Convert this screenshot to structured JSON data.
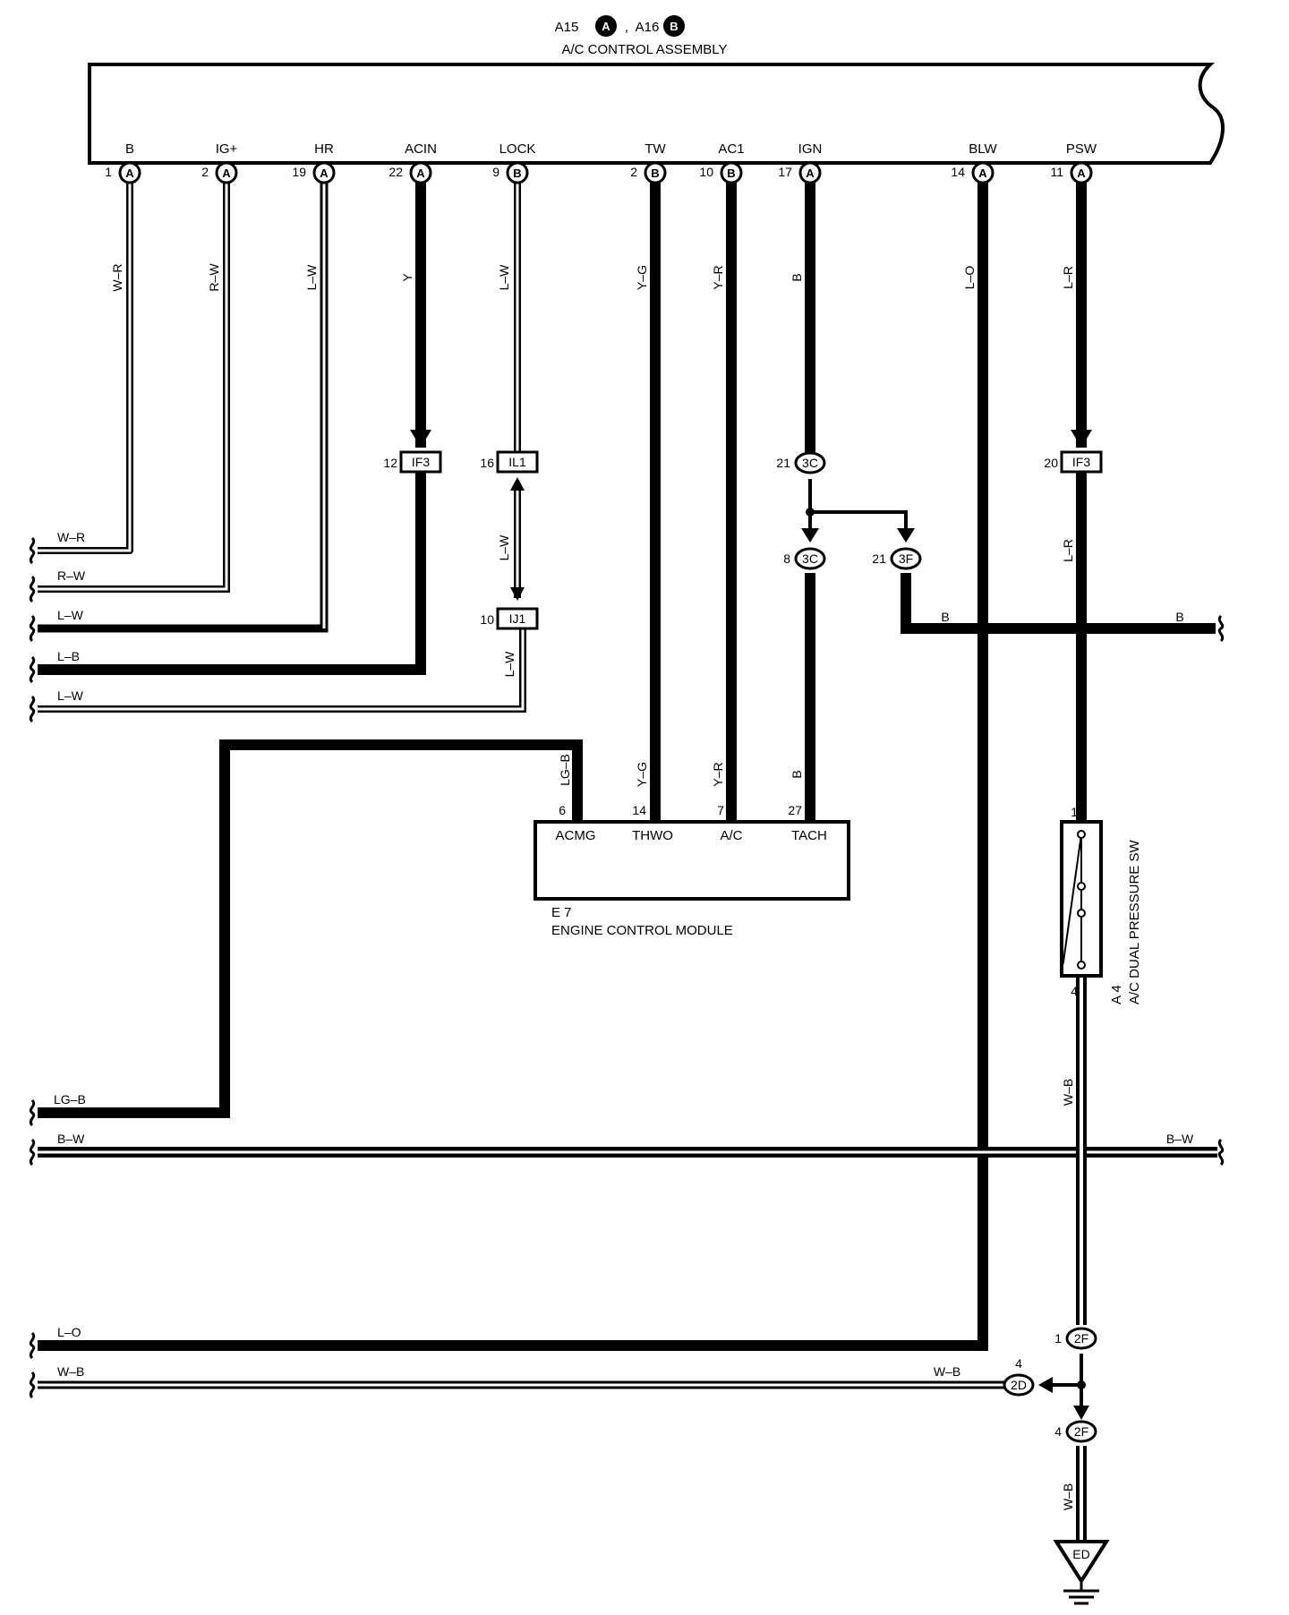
{
  "header": {
    "connector_a": "A15",
    "badge_a": "A",
    "separator": ",",
    "connector_b": "A16",
    "badge_b": "B",
    "assembly_title": "A/C CONTROL ASSEMBLY"
  },
  "pins": [
    {
      "name": "B",
      "num": "1",
      "conn": "A",
      "wire": "W–R"
    },
    {
      "name": "IG+",
      "num": "2",
      "conn": "A",
      "wire": "R–W"
    },
    {
      "name": "HR",
      "num": "19",
      "conn": "A",
      "wire": "L–W"
    },
    {
      "name": "ACIN",
      "num": "22",
      "conn": "A",
      "wire": "Y"
    },
    {
      "name": "LOCK",
      "num": "9",
      "conn": "B",
      "wire": "L–W"
    },
    {
      "name": "TW",
      "num": "2",
      "conn": "B",
      "wire": "Y–G"
    },
    {
      "name": "AC1",
      "num": "10",
      "conn": "B",
      "wire": "Y–R"
    },
    {
      "name": "IGN",
      "num": "17",
      "conn": "A",
      "wire": "B"
    },
    {
      "name": "BLW",
      "num": "14",
      "conn": "A",
      "wire": "L–O"
    },
    {
      "name": "PSW",
      "num": "11",
      "conn": "A",
      "wire": "L–R"
    }
  ],
  "junctions": [
    {
      "num": "12",
      "id": "IF3"
    },
    {
      "num": "16",
      "id": "IL1"
    },
    {
      "num": "10",
      "id": "IJ1"
    },
    {
      "num": "20",
      "id": "IF3"
    },
    {
      "num": "21",
      "id": "3C"
    },
    {
      "num": "8",
      "id": "3C"
    },
    {
      "num": "21",
      "id": "3F"
    },
    {
      "num": "1",
      "id": "2F"
    },
    {
      "num": "4",
      "id": "2D"
    },
    {
      "num": "4",
      "id": "2F"
    }
  ],
  "left_wires": [
    "W–R",
    "R–W",
    "L–W",
    "L–B",
    "L–W",
    "LG–B",
    "B–W",
    "L–O",
    "W–B"
  ],
  "right_wires": [
    "B",
    "B–W",
    "W–B"
  ],
  "mid_wires": {
    "lw_between": "L–W",
    "lw_below": "L–W",
    "lr_below": "L–R",
    "b_branch": "B",
    "wb_vertical": "W–B",
    "wb_ground": "W–B"
  },
  "ecm": {
    "code": "E 7",
    "title": "ENGINE CONTROL MODULE",
    "pins": [
      {
        "num": "6",
        "name": "ACMG",
        "wire": "LG–B"
      },
      {
        "num": "14",
        "name": "THWO",
        "wire": "Y–G"
      },
      {
        "num": "7",
        "name": "A/C",
        "wire": "Y–R"
      },
      {
        "num": "27",
        "name": "TACH",
        "wire": "B"
      }
    ]
  },
  "switch": {
    "code": "A 4",
    "title": "A/C DUAL PRESSURE SW",
    "pin_top": "1",
    "pin_bottom": "4"
  },
  "ground": {
    "label": "ED"
  }
}
